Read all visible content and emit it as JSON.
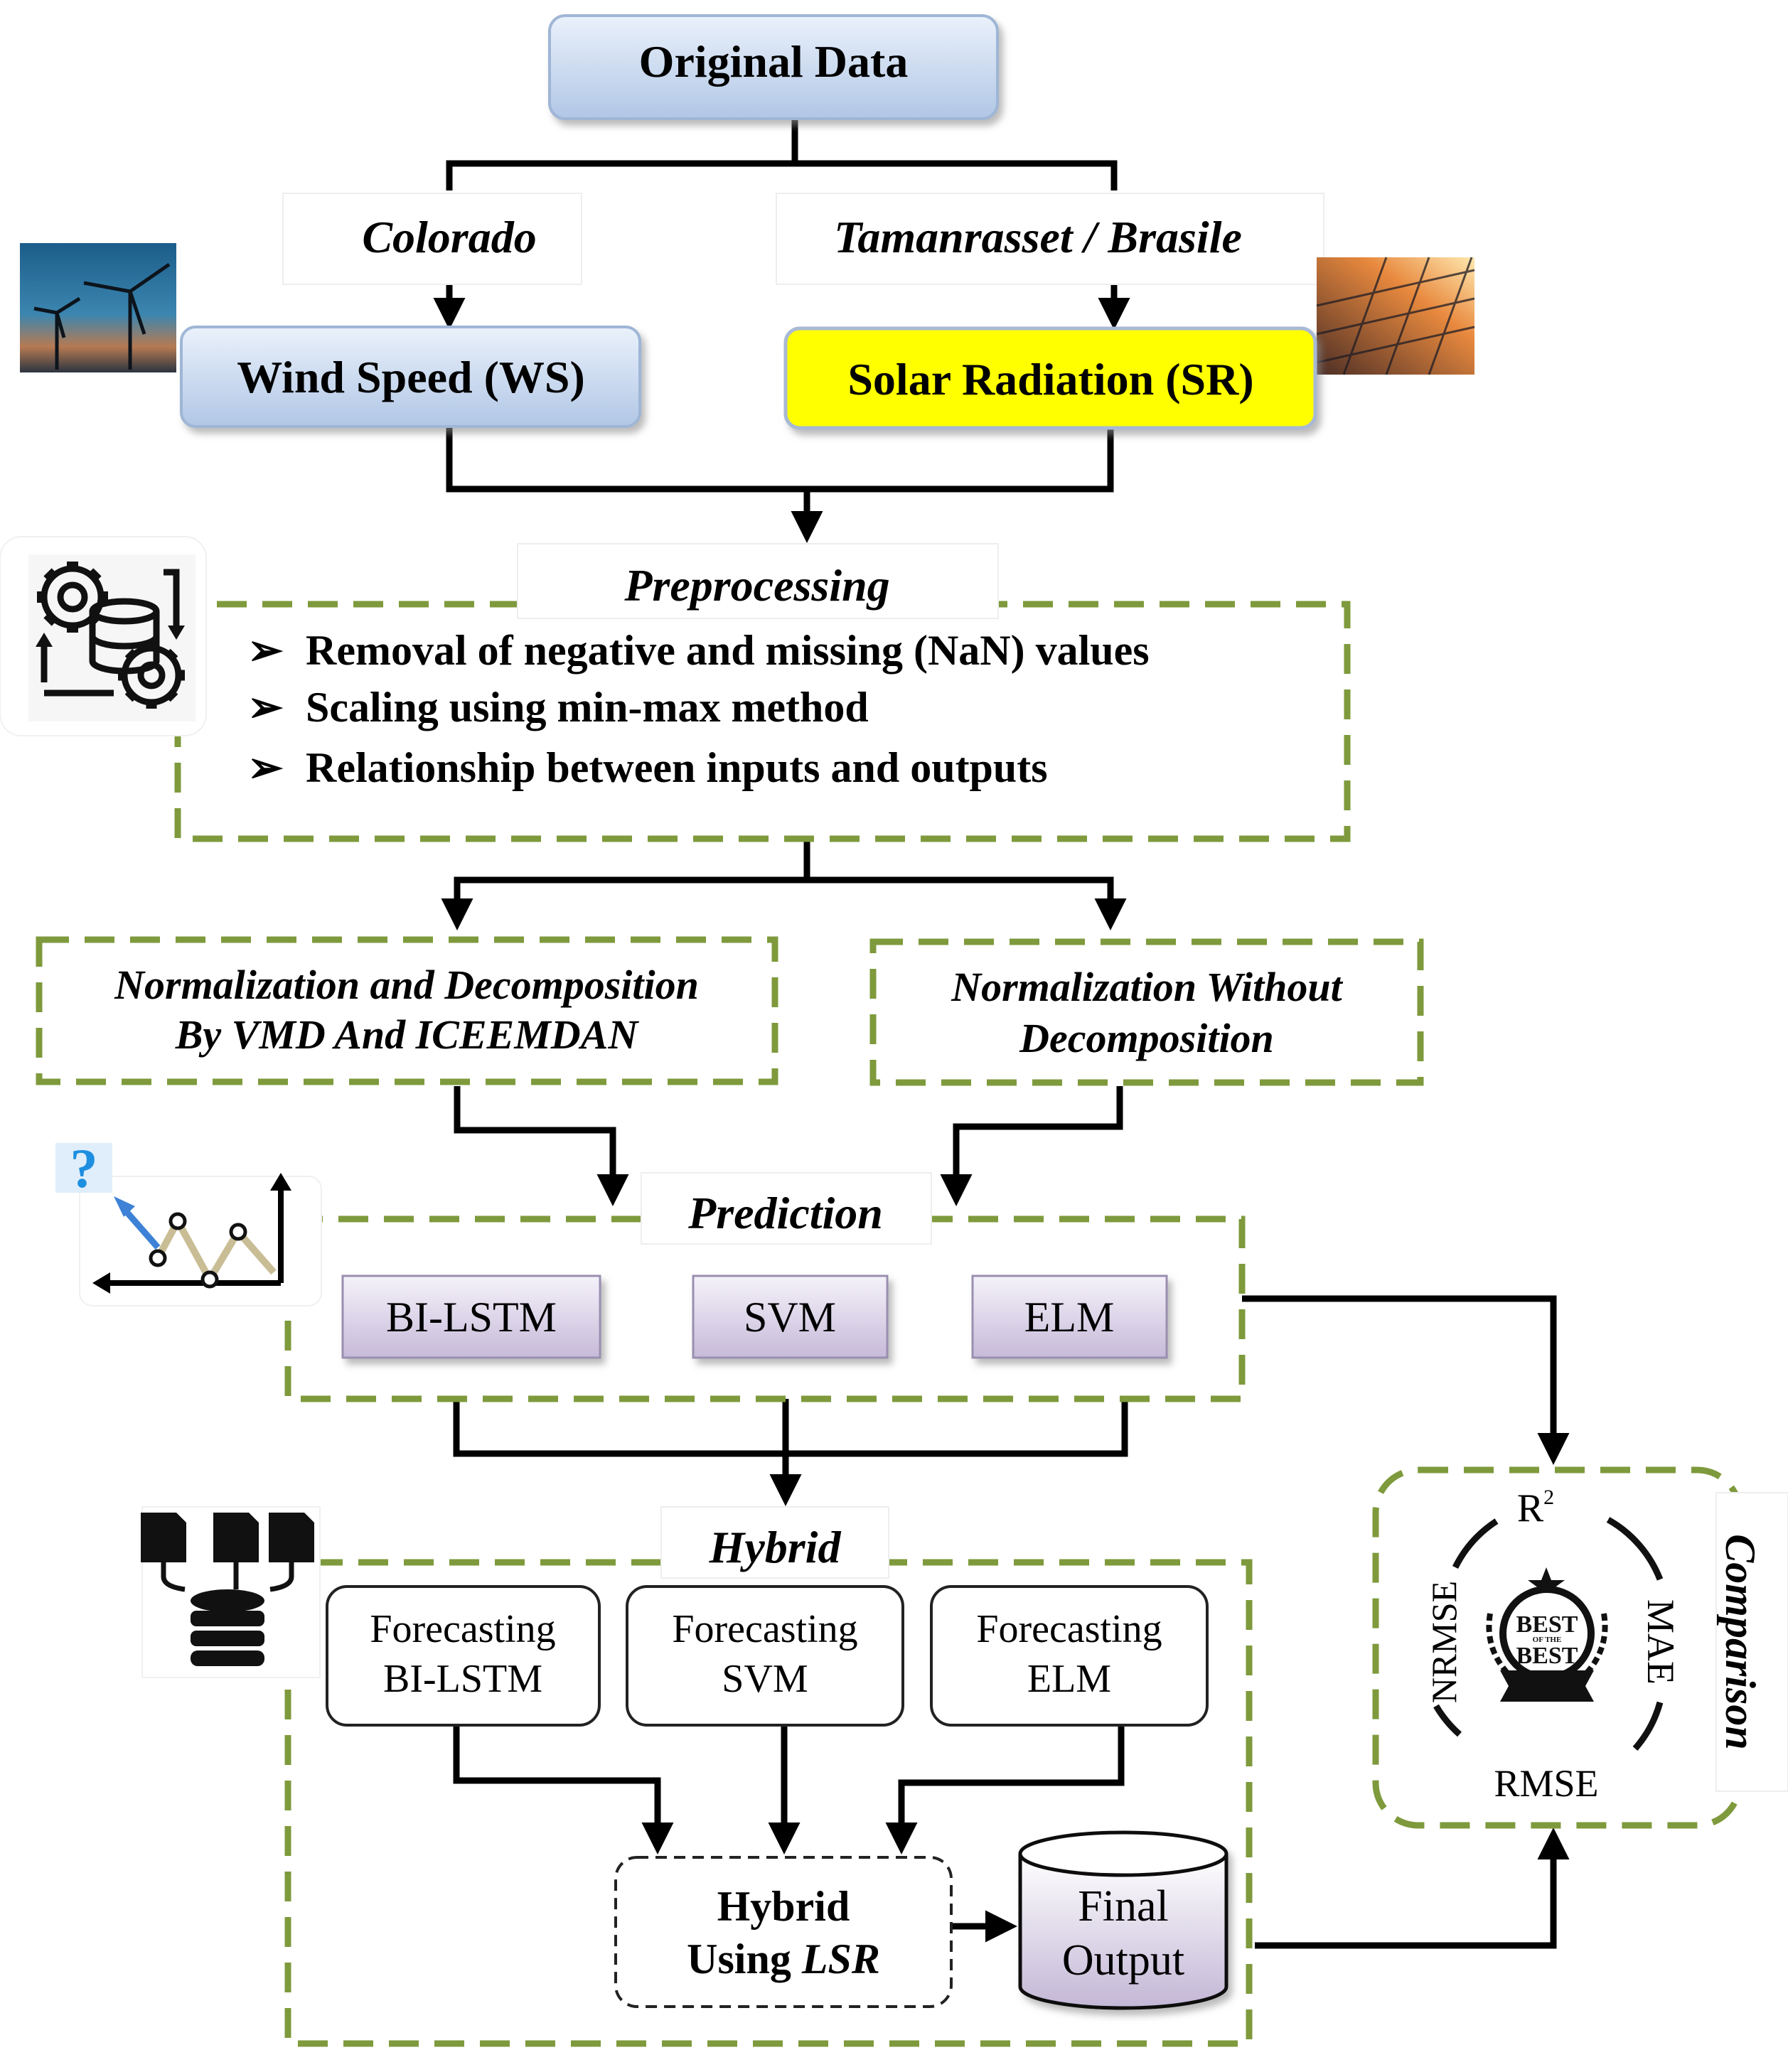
{
  "top": {
    "original_data": "Original Data"
  },
  "sources": {
    "left_label": "Colorado",
    "right_label": "Tamanrasset / Brasile",
    "wind_box": "Wind Speed (WS)",
    "solar_box": "Solar Radiation (SR)"
  },
  "preprocessing": {
    "title": "Preprocessing",
    "bullets": [
      "Removal of negative and missing (NaN) values",
      "Scaling using min-max method",
      "Relationship between inputs and outputs"
    ]
  },
  "normalization": {
    "left_line1": "Normalization and Decomposition",
    "left_line2": "By VMD And ICEEMDAN",
    "right_line1": "Normalization Without",
    "right_line2": "Decomposition"
  },
  "prediction": {
    "title": "Prediction",
    "models": [
      "BI-LSTM",
      "SVM",
      "ELM"
    ],
    "question_mark": "?"
  },
  "hybrid": {
    "title": "Hybrid",
    "forecast_boxes": [
      {
        "line1": "Forecasting",
        "line2": "BI-LSTM"
      },
      {
        "line1": "Forecasting",
        "line2": "SVM"
      },
      {
        "line1": "Forecasting",
        "line2": "ELM"
      }
    ],
    "lsr_line1": "Hybrid",
    "lsr_line2_prefix": "Using ",
    "lsr_line2_italic": "LSR",
    "final_line1": "Final",
    "final_line2": "Output"
  },
  "comparison": {
    "title": "Comparison",
    "r2_base": "R",
    "r2_sup": "2",
    "mae": "MAE",
    "rmse": "RMSE",
    "nrmse": "NRMSE",
    "badge_line1": "BEST",
    "badge_small": "OF THE",
    "badge_line2": "BEST"
  },
  "colors": {
    "dashed_green": "#7e9a3c",
    "blue_box_top": "#e6eefa",
    "blue_box_bottom": "#b3c9e8",
    "solar_yellow": "#ffff00",
    "model_box_top": "#f3f0f8",
    "model_box_bottom": "#c9bedb",
    "question_blue": "#1e8fe0"
  }
}
